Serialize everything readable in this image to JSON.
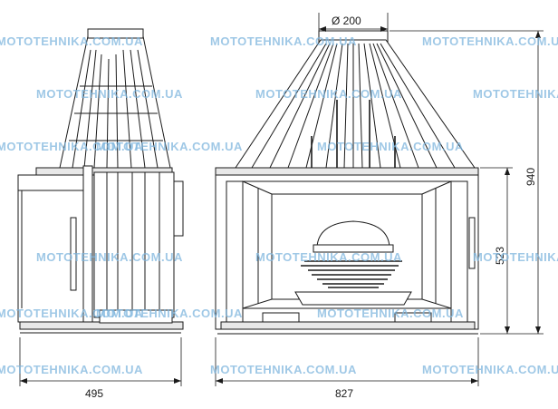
{
  "dimensions": {
    "flue_diameter": "Ø 200",
    "side_depth": "495",
    "front_width": "827",
    "total_height": "940",
    "firebox_height": "523"
  },
  "watermark": {
    "text": "MOTOTEHNIKA.COM.UA",
    "color": "#7fb6de"
  }
}
